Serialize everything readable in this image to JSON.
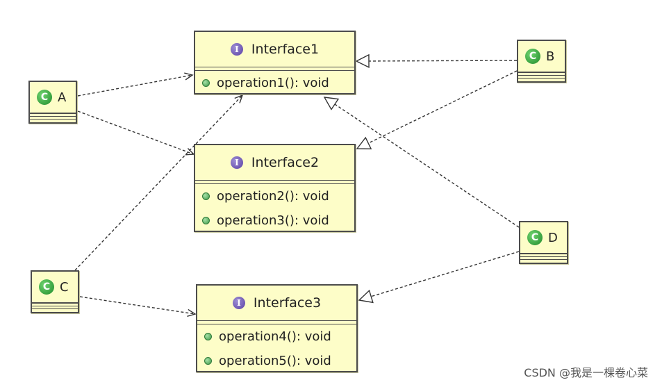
{
  "interfaces": [
    {
      "name": "Interface1",
      "icon": "interface-icon",
      "operations": [
        "operation1(): void"
      ]
    },
    {
      "name": "Interface2",
      "icon": "interface-icon",
      "operations": [
        "operation2(): void",
        "operation3(): void"
      ]
    },
    {
      "name": "Interface3",
      "icon": "interface-icon",
      "operations": [
        "operation4(): void",
        "operation5(): void"
      ]
    }
  ],
  "classes": [
    {
      "name": "A",
      "icon": "class-icon"
    },
    {
      "name": "B",
      "icon": "class-icon"
    },
    {
      "name": "C",
      "icon": "class-icon"
    },
    {
      "name": "D",
      "icon": "class-icon"
    }
  ],
  "relations": [
    {
      "from": "A",
      "to": "Interface1",
      "type": "dependency"
    },
    {
      "from": "A",
      "to": "Interface2",
      "type": "dependency"
    },
    {
      "from": "C",
      "to": "Interface1",
      "type": "dependency"
    },
    {
      "from": "C",
      "to": "Interface3",
      "type": "dependency"
    },
    {
      "from": "B",
      "to": "Interface1",
      "type": "realization"
    },
    {
      "from": "B",
      "to": "Interface2",
      "type": "realization"
    },
    {
      "from": "D",
      "to": "Interface1",
      "type": "realization"
    },
    {
      "from": "D",
      "to": "Interface3",
      "type": "realization"
    }
  ],
  "colors": {
    "box_fill": "#fdfdc8",
    "border": "#4c4c4c",
    "interface_icon": "#5a3fa4",
    "class_icon": "#1f8a2a"
  },
  "watermark": "CSDN @我是一棵卷心菜"
}
